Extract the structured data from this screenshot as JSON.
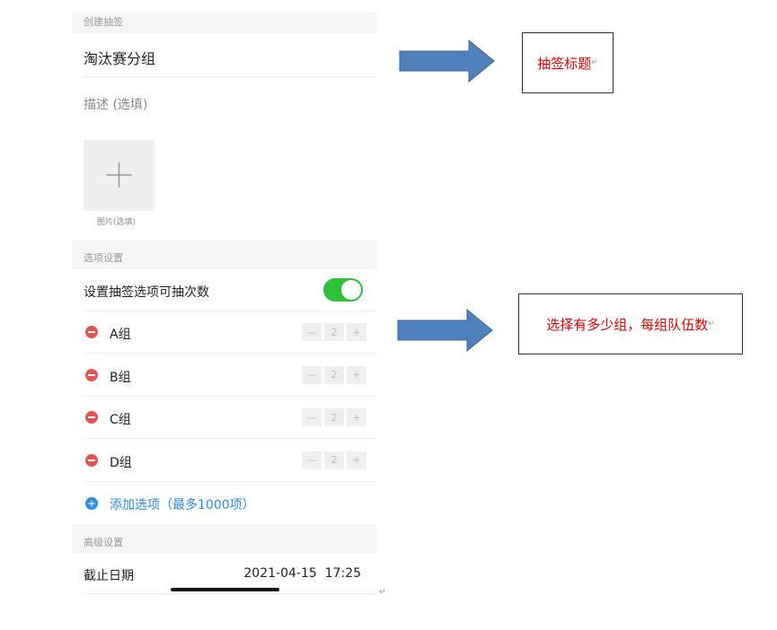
{
  "form": {
    "section_create": "创建抽签",
    "title_value": "淘汰赛分组",
    "description_placeholder": "描述 (选填)",
    "image_label": "图片(选填)",
    "section_options": "选项设置",
    "toggle_label": "设置抽签选项可抽次数",
    "toggle_on": true,
    "groups": [
      {
        "name": "A组",
        "count": "2"
      },
      {
        "name": "B组",
        "count": "2"
      },
      {
        "name": "C组",
        "count": "2"
      },
      {
        "name": "D组",
        "count": "2"
      }
    ],
    "add_option": "添加选项（最多1000项）",
    "section_advanced": "高级设置",
    "deadline_label": "截止日期",
    "deadline_value": "2021-04-15  17:25"
  },
  "annotations": {
    "title_note": "抽签标题",
    "groups_note": "选择有多少组，每组队伍数",
    "return_mark": "↵"
  },
  "colors": {
    "toggle": "#2fc13c",
    "accent": "#2b8ee8",
    "delete": "#e55353",
    "arrow": "#4f81bd",
    "note": "#e00000"
  }
}
